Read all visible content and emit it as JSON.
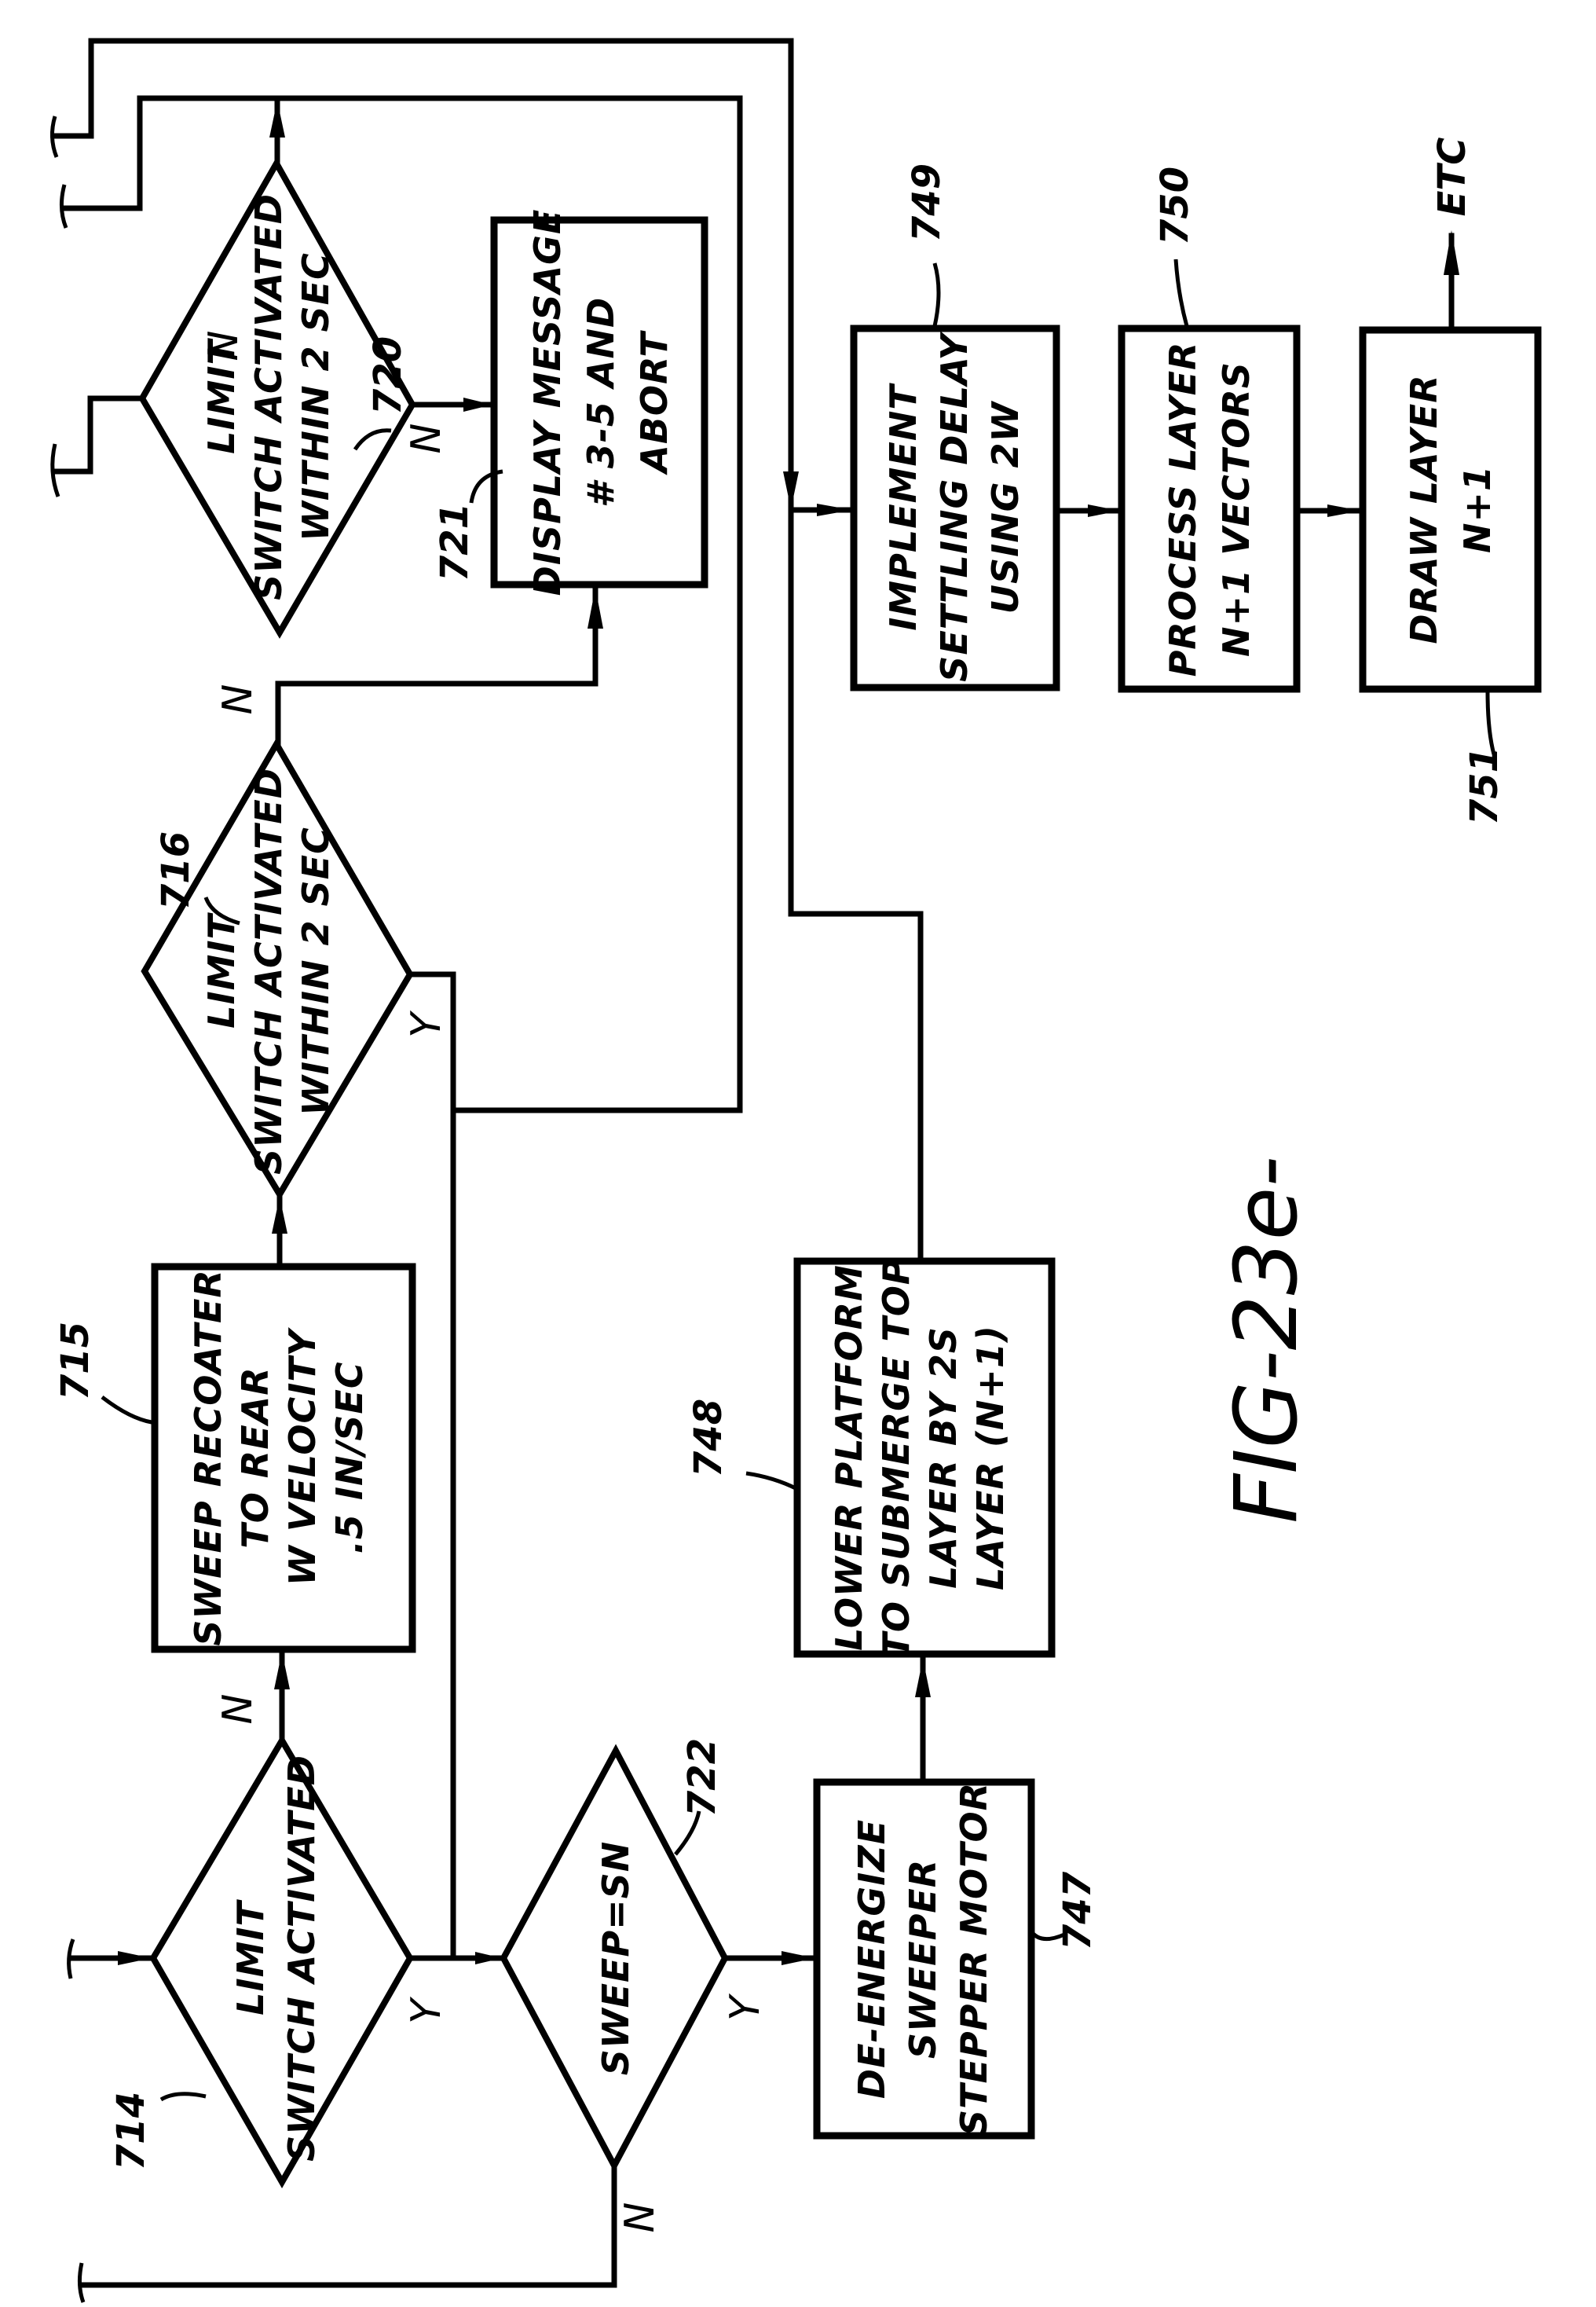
{
  "figure": {
    "label": "FIG-23e-"
  },
  "nodes": {
    "n714": {
      "ref": "714",
      "type": "decision",
      "lines": [
        "LIMIT",
        "SWITCH ACTIVATED"
      ]
    },
    "n715": {
      "ref": "715",
      "type": "process",
      "lines": [
        "SWEEP RECOATER",
        "TO REAR",
        "W VELOCITY",
        ".5 IN/SEC"
      ]
    },
    "n716": {
      "ref": "716",
      "type": "decision",
      "lines": [
        "LIMIT",
        "SWITCH ACTIVATED",
        "WITHIN 2 SEC"
      ]
    },
    "n720": {
      "ref": "720",
      "type": "decision",
      "lines": [
        "LIMIT",
        "SWITCH ACTIVATED",
        "WITHIN 2 SEC"
      ]
    },
    "n721": {
      "ref": "721",
      "type": "process",
      "lines": [
        "DISPLAY MESSAGE",
        "# 3-5 AND",
        "ABORT"
      ]
    },
    "n722": {
      "ref": "722",
      "type": "decision",
      "lines": [
        "SWEEP=SN"
      ]
    },
    "n747": {
      "ref": "747",
      "type": "process",
      "lines": [
        "DE-ENERGIZE",
        "SWEEPER",
        "STEPPER MOTOR"
      ]
    },
    "n748": {
      "ref": "748",
      "type": "process",
      "lines": [
        "LOWER PLATFORM",
        "TO SUBMERGE TOP",
        "LAYER BY 2S",
        "LAYER (N+1)"
      ]
    },
    "n749": {
      "ref": "749",
      "type": "process",
      "lines": [
        "IMPLEMENT",
        "SETTLING DELAY",
        "USING 2W"
      ]
    },
    "n750": {
      "ref": "750",
      "type": "process",
      "lines": [
        "PROCESS LAYER",
        "N+1 VECTORS"
      ]
    },
    "n751": {
      "ref": "751",
      "type": "process",
      "lines": [
        "DRAW LAYER",
        "N+1"
      ]
    }
  },
  "branch_labels": {
    "b714_n": "N",
    "b714_y": "Y",
    "b716_n": "N",
    "b716_y": "Y",
    "b720_n": "N",
    "b722_y": "Y",
    "b722_n": "N"
  },
  "terminal": {
    "etc": "ETC"
  },
  "edges": [
    {
      "from": "entry",
      "to": "714"
    },
    {
      "from": "714",
      "to": "715",
      "label": "N"
    },
    {
      "from": "714",
      "to": "722",
      "label": "Y"
    },
    {
      "from": "715",
      "to": "716"
    },
    {
      "from": "716",
      "to": "721",
      "label": "N"
    },
    {
      "from": "716",
      "to": "749",
      "label": "Y"
    },
    {
      "from": "720",
      "to": "721",
      "label": "N"
    },
    {
      "from": "720",
      "to": "749"
    },
    {
      "from": "722",
      "to": "747",
      "label": "Y"
    },
    {
      "from": "722",
      "to": "exit",
      "label": "N"
    },
    {
      "from": "747",
      "to": "748"
    },
    {
      "from": "748",
      "to": "749"
    },
    {
      "from": "749",
      "to": "750"
    },
    {
      "from": "750",
      "to": "751"
    },
    {
      "from": "751",
      "to": "ETC"
    }
  ]
}
